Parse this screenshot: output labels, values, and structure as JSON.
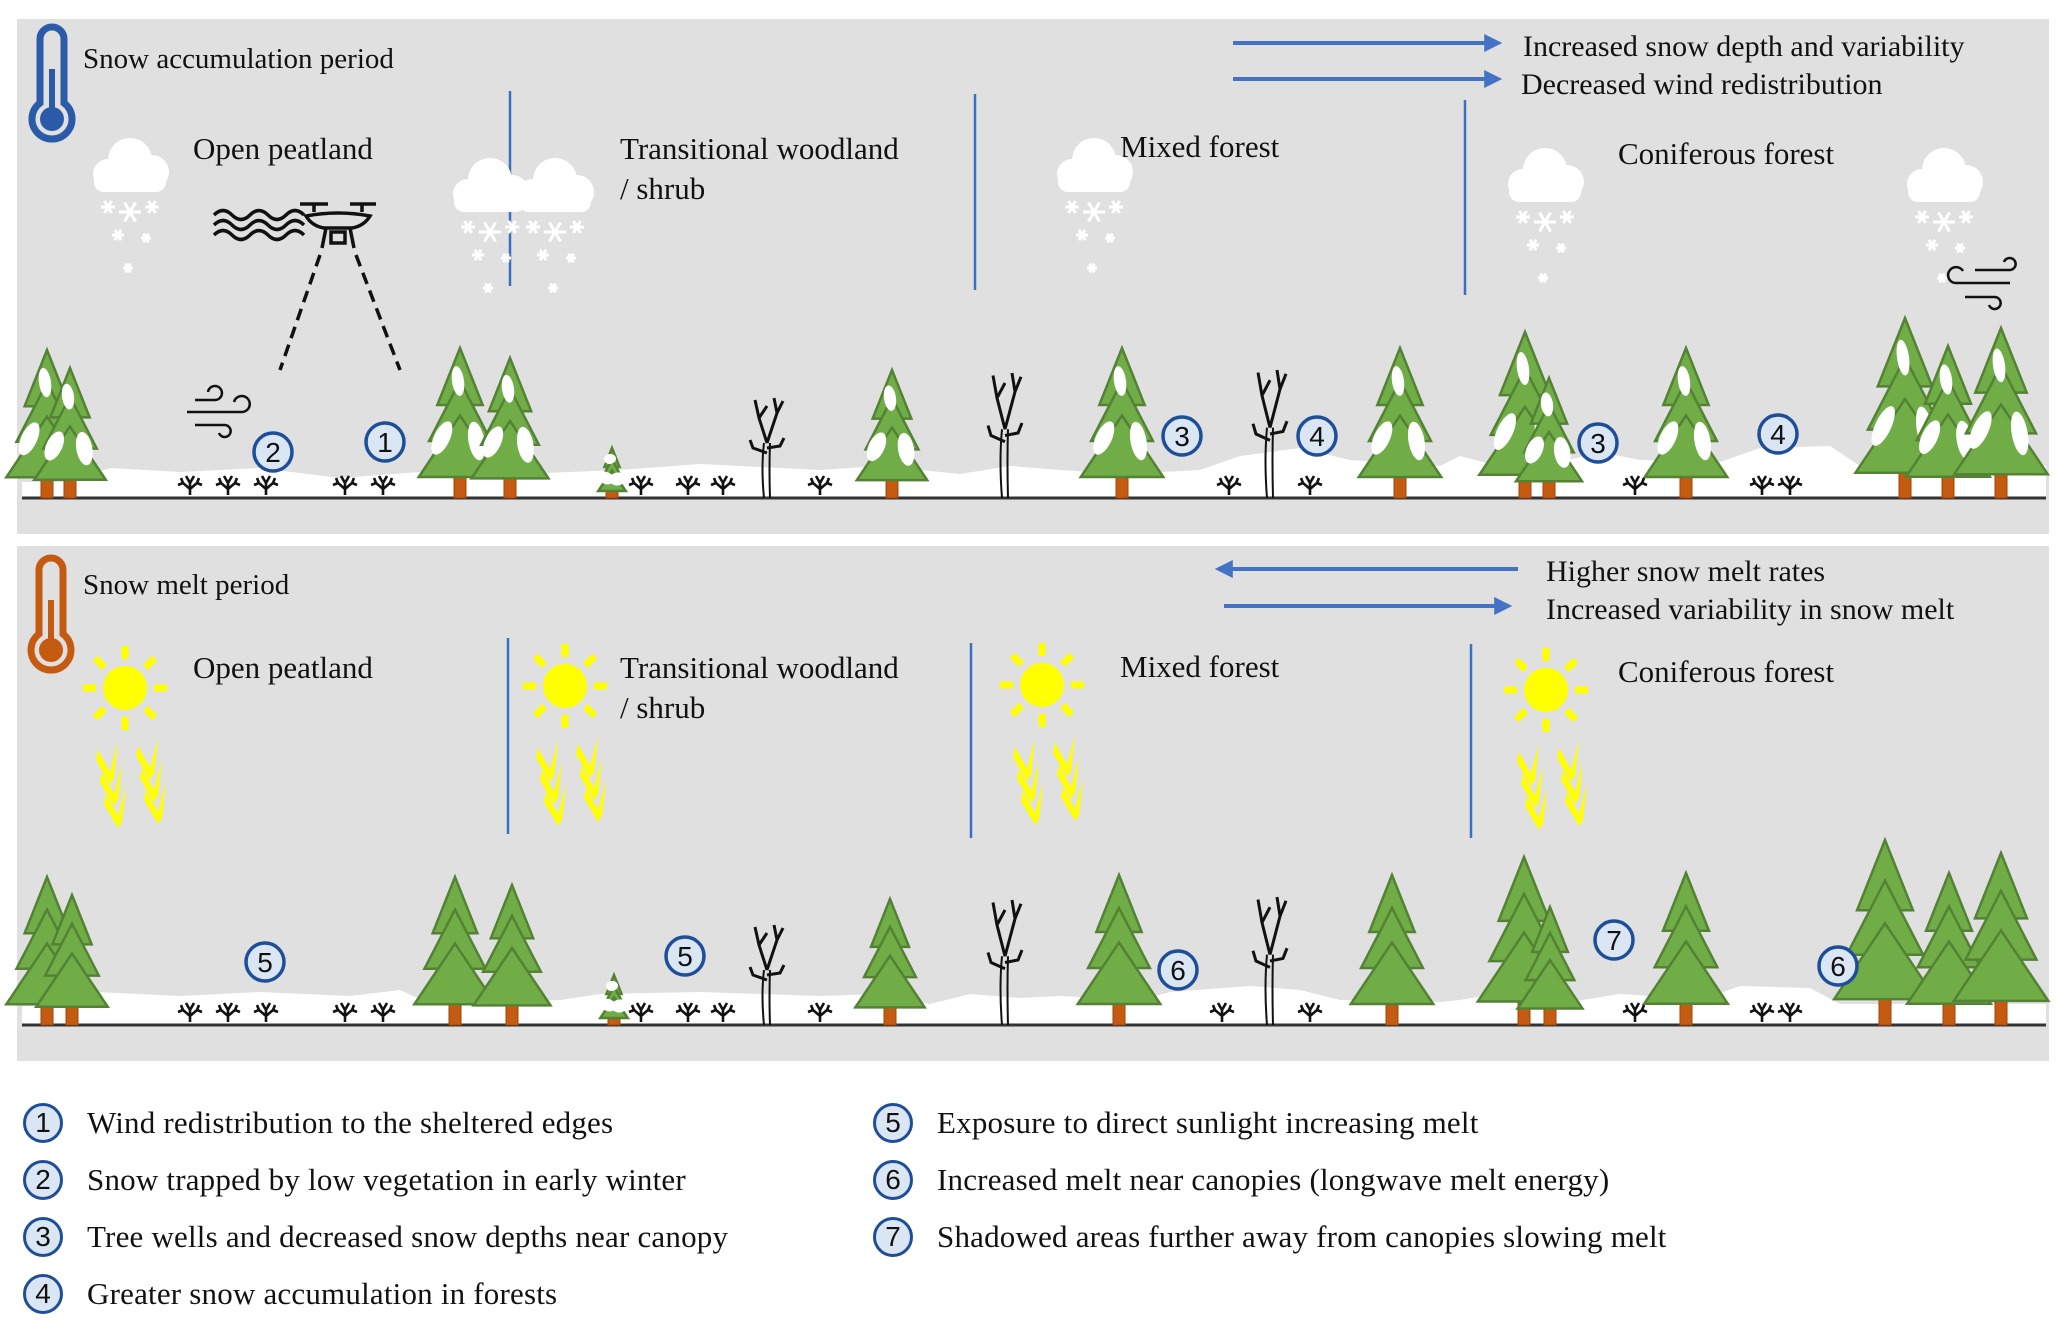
{
  "accumulation": {
    "title": "Snow accumulation period",
    "thermometer_icon": "thermometer-cold-icon",
    "thermometer_color": "#2a5aa8",
    "zones": [
      "Open peatland",
      "Transitional woodland",
      "/ shrub",
      "Mixed forest",
      "Coniferous forest"
    ],
    "arrows": [
      {
        "direction": "right",
        "label": "Increased snow depth and variability"
      },
      {
        "direction": "right",
        "label": "Decreased wind redistribution"
      }
    ],
    "markers": [
      "2",
      "1",
      "3",
      "4",
      "3",
      "4"
    ],
    "icons": [
      "snow-cloud-icon",
      "drone-icon",
      "wind-waves-icon",
      "wind-gust-icon",
      "snow-covered-conifer-icon",
      "bare-deciduous-tree-icon",
      "shrub-icon"
    ]
  },
  "melt": {
    "title": "Snow melt period",
    "thermometer_icon": "thermometer-warm-icon",
    "thermometer_color": "#c55a11",
    "zones": [
      "Open peatland",
      "Transitional woodland",
      "/ shrub",
      "Mixed forest",
      "Coniferous forest"
    ],
    "arrows": [
      {
        "direction": "left",
        "label": "Higher snow melt rates"
      },
      {
        "direction": "right",
        "label": "Increased variability in snow melt"
      }
    ],
    "markers": [
      "5",
      "5",
      "6",
      "7",
      "6"
    ],
    "icons": [
      "sun-icon",
      "sunlight-chevrons-icon",
      "conifer-icon",
      "bare-deciduous-tree-icon",
      "shrub-icon"
    ]
  },
  "legend": [
    {
      "num": "1",
      "text": "Wind redistribution to the sheltered edges"
    },
    {
      "num": "2",
      "text": "Snow trapped by low vegetation in early winter"
    },
    {
      "num": "3",
      "text": "Tree wells and decreased snow depths near canopy"
    },
    {
      "num": "4",
      "text": "Greater snow accumulation in forests"
    },
    {
      "num": "5",
      "text": "Exposure to direct sunlight increasing melt"
    },
    {
      "num": "6",
      "text": "Increased melt near canopies (longwave melt energy)"
    },
    {
      "num": "7",
      "text": "Shadowed areas further away from canopies slowing melt"
    }
  ],
  "colors": {
    "panel_bg": "#e0e0e0",
    "divider": "#3a6fc4",
    "arrow": "#4472c4",
    "tree_green": "#70ad47",
    "tree_dark": "#548235",
    "trunk": "#c55a11",
    "sun": "#ffff00",
    "badge_border": "#1f4e99",
    "badge_fill": "#dbe6f5",
    "snow": "#ffffff"
  }
}
